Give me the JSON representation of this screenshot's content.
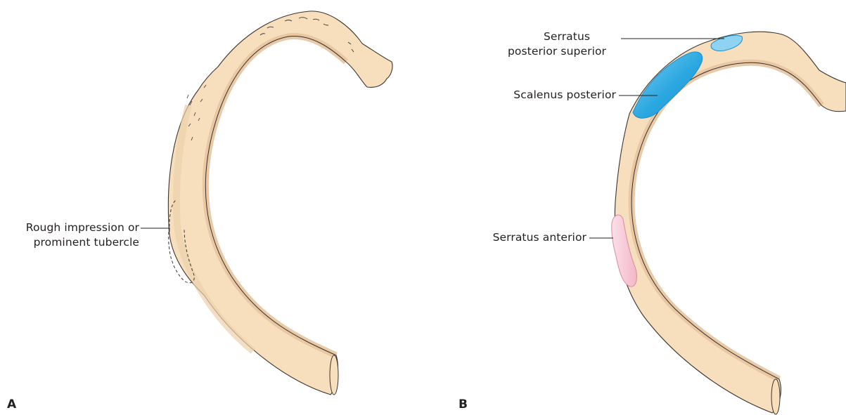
{
  "panels": [
    {
      "letter": "A",
      "labels": {
        "rough_impression": [
          "Rough impression or",
          "prominent tubercle"
        ]
      }
    },
    {
      "letter": "B",
      "labels": {
        "serratus_posterior_superior": [
          "Serratus",
          "posterior superior"
        ],
        "scalenus_posterior": "Scalenus posterior",
        "serratus_anterior": "Serratus anterior"
      }
    }
  ],
  "colors": {
    "bone_fill": "#f7dfbd",
    "bone_shadow": "#e6c49f",
    "outline": "#3b3330",
    "muscle_blue": "#2ea8e0",
    "muscle_light_blue": "#8fd3f2",
    "muscle_pink": "#f6c7d4"
  }
}
